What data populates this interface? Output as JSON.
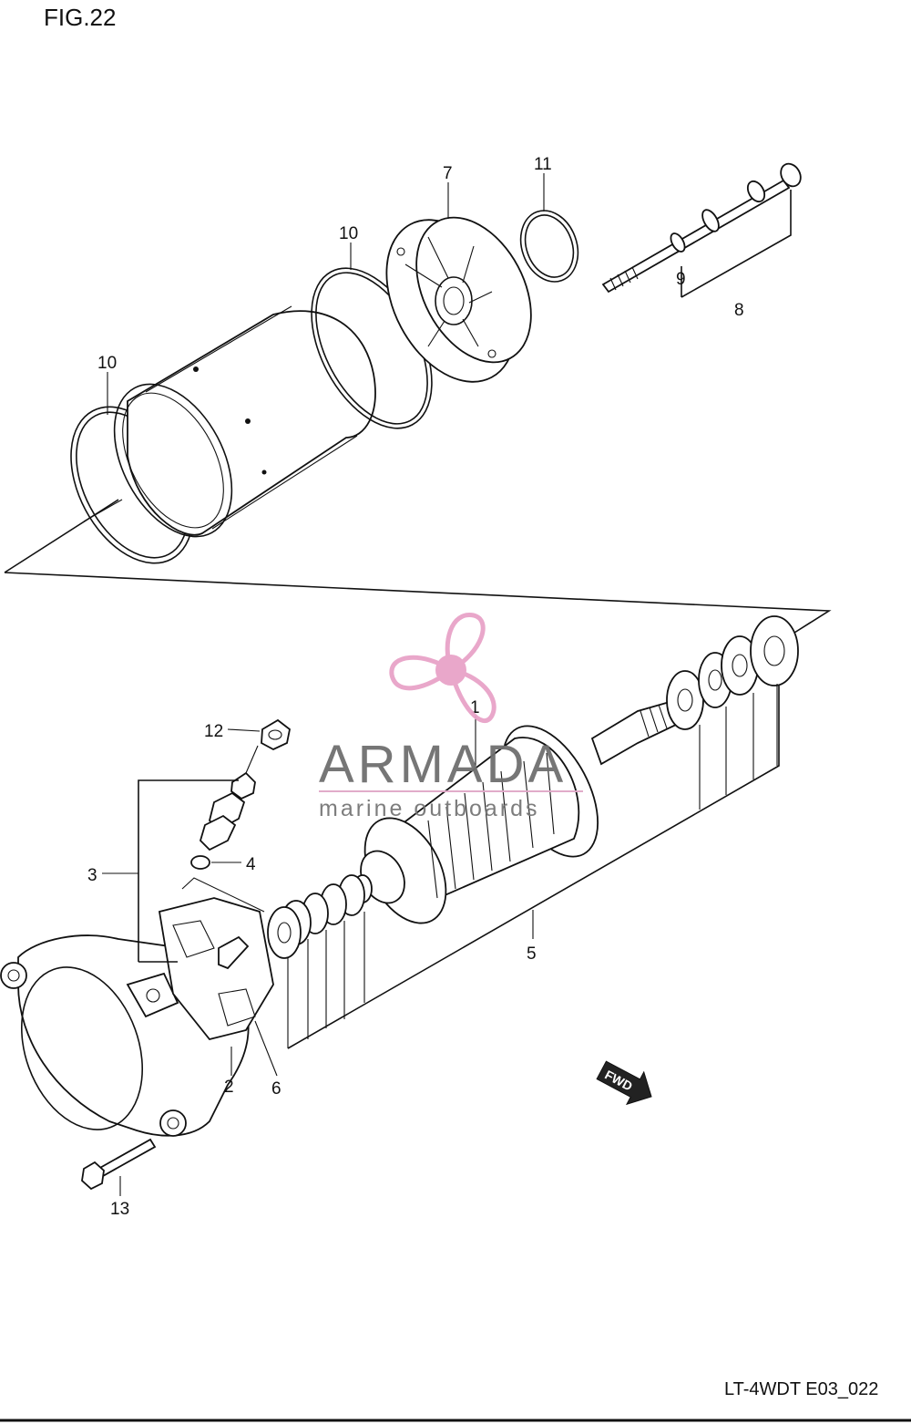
{
  "figure": {
    "title": "FIG.22",
    "code": "LT-4WDT E03_022"
  },
  "callouts": {
    "p1": "1",
    "p2": "2",
    "p3": "3",
    "p4": "4",
    "p5": "5",
    "p6": "6",
    "p7": "7",
    "p8": "8",
    "p9": "9",
    "p10a": "10",
    "p10b": "10",
    "p11": "11",
    "p12": "12",
    "p13": "13"
  },
  "fwd_arrow": {
    "label": "FWD"
  },
  "watermark": {
    "title": "ARMADA",
    "subtitle": "marine outboards",
    "colors": {
      "propeller": "#e8a3c8",
      "text": "#6f6f6f",
      "line": "#e0a8c8"
    }
  }
}
